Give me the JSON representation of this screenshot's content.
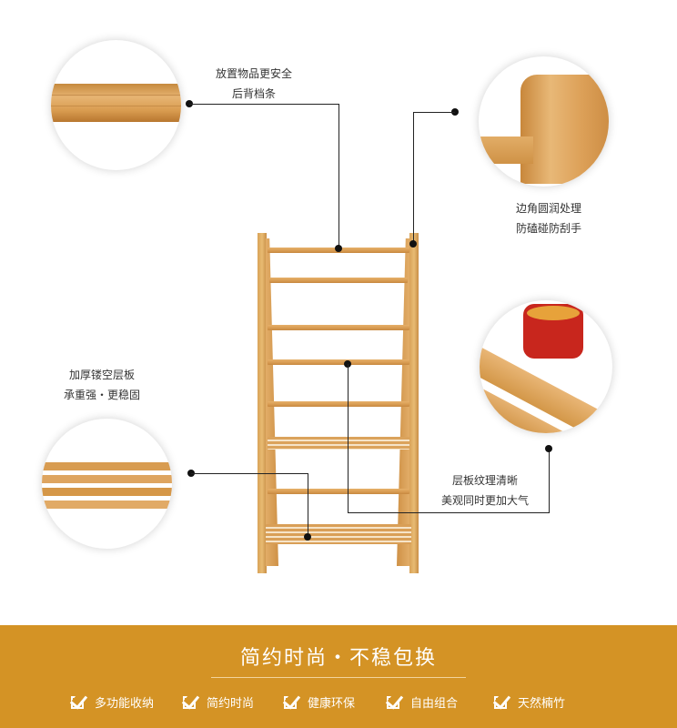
{
  "callouts": {
    "top_left": {
      "line1": "放置物品更安全",
      "line2": "后背档条"
    },
    "top_right": {
      "line1": "边角圆润处理",
      "line2": "防磕碰防刮手"
    },
    "mid_left": {
      "line1": "加厚镂空层板",
      "line2": "承重强・更稳固"
    },
    "bottom_right": {
      "line1": "层板纹理清晰",
      "line2": "美观同时更加大气"
    }
  },
  "footer": {
    "title": "简约时尚・不稳包换",
    "features": [
      "多功能收纳",
      "简约时尚",
      "健康环保",
      "自由组合",
      "天然楠竹"
    ]
  },
  "colors": {
    "accent": "#d49325",
    "wood": "#e0a760"
  }
}
